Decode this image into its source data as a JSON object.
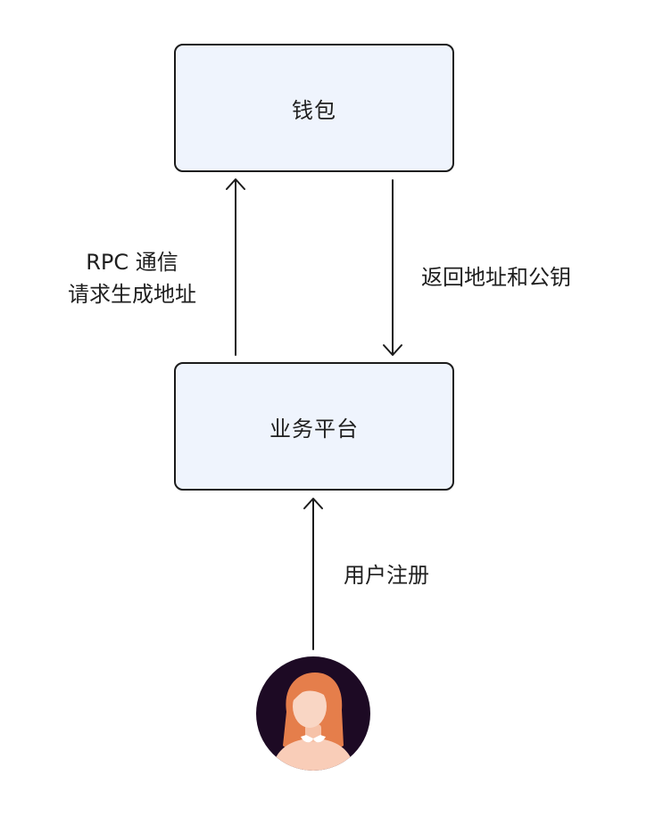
{
  "nodes": {
    "wallet": {
      "label": "钱包"
    },
    "platform": {
      "label": "业务平台"
    }
  },
  "edges": {
    "rpc_request": {
      "line1": "RPC 通信",
      "line2": "请求生成地址"
    },
    "return_address": {
      "label": "返回地址和公钥"
    },
    "user_register": {
      "label": "用户注册"
    }
  },
  "actor": {
    "icon": "user-avatar-icon"
  },
  "colors": {
    "node_fill": "#eff4fd",
    "stroke": "#1b1b1b",
    "avatar_bg": "#1d0a24",
    "hair": "#e57e4b",
    "skin": "#f9d6c4"
  }
}
